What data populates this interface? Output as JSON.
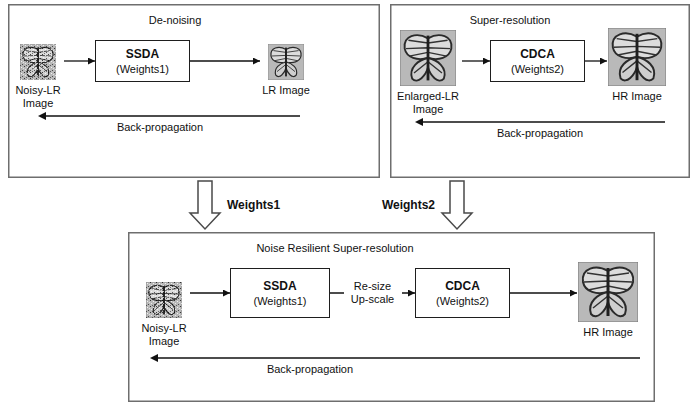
{
  "diagram": {
    "nodes": [
      {
        "text": [
          "De-noising"
        ]
      },
      {
        "text": [
          "Noisy-LR Image"
        ],
        "in": 0
      },
      {
        "text": [
          "SSDA",
          "(Weights1)"
        ],
        "in": 0
      },
      {
        "text": [
          "LR Image"
        ],
        "in": 0
      },
      {
        "text": [
          "Super-resolution"
        ]
      },
      {
        "text": [
          "Enlarged-LR Image"
        ],
        "in": 4
      },
      {
        "text": [
          "CDCA",
          "(Weights2)"
        ],
        "in": 4
      },
      {
        "text": [
          "HR Image"
        ],
        "in": 4
      },
      {
        "text": [
          "Noise Resilient Super-resolution"
        ]
      },
      {
        "text": [
          "Noisy-LR Image"
        ],
        "in": 8
      },
      {
        "text": [
          "SSDA",
          "(Weights1)"
        ],
        "in": 8
      },
      {
        "text": [
          "CDCA",
          "(Weights2)"
        ],
        "in": 8
      },
      {
        "text": [
          "HR Image"
        ],
        "in": 8
      }
    ],
    "edges": [
      {
        "from": 1,
        "to": 2,
        "arrow": "to"
      },
      {
        "from": 2,
        "to": 3,
        "arrow": "to"
      },
      {
        "from": 5,
        "to": 6,
        "arrow": "to"
      },
      {
        "from": 6,
        "to": 7,
        "arrow": "to"
      },
      {
        "from": 0,
        "to": 8,
        "label": "Weights1",
        "arrow": "to"
      },
      {
        "from": 4,
        "to": 8,
        "label": "Weights2",
        "arrow": "to"
      },
      {
        "from": 9,
        "to": 10,
        "arrow": "to"
      },
      {
        "from": 10,
        "to": 11,
        "label": "Re-size Up-scale",
        "arrow": "to"
      },
      {
        "from": 11,
        "to": 12,
        "arrow": "to"
      }
    ],
    "labels": [
      "Back-propagation",
      "Back-propagation",
      "Back-propagation"
    ]
  }
}
